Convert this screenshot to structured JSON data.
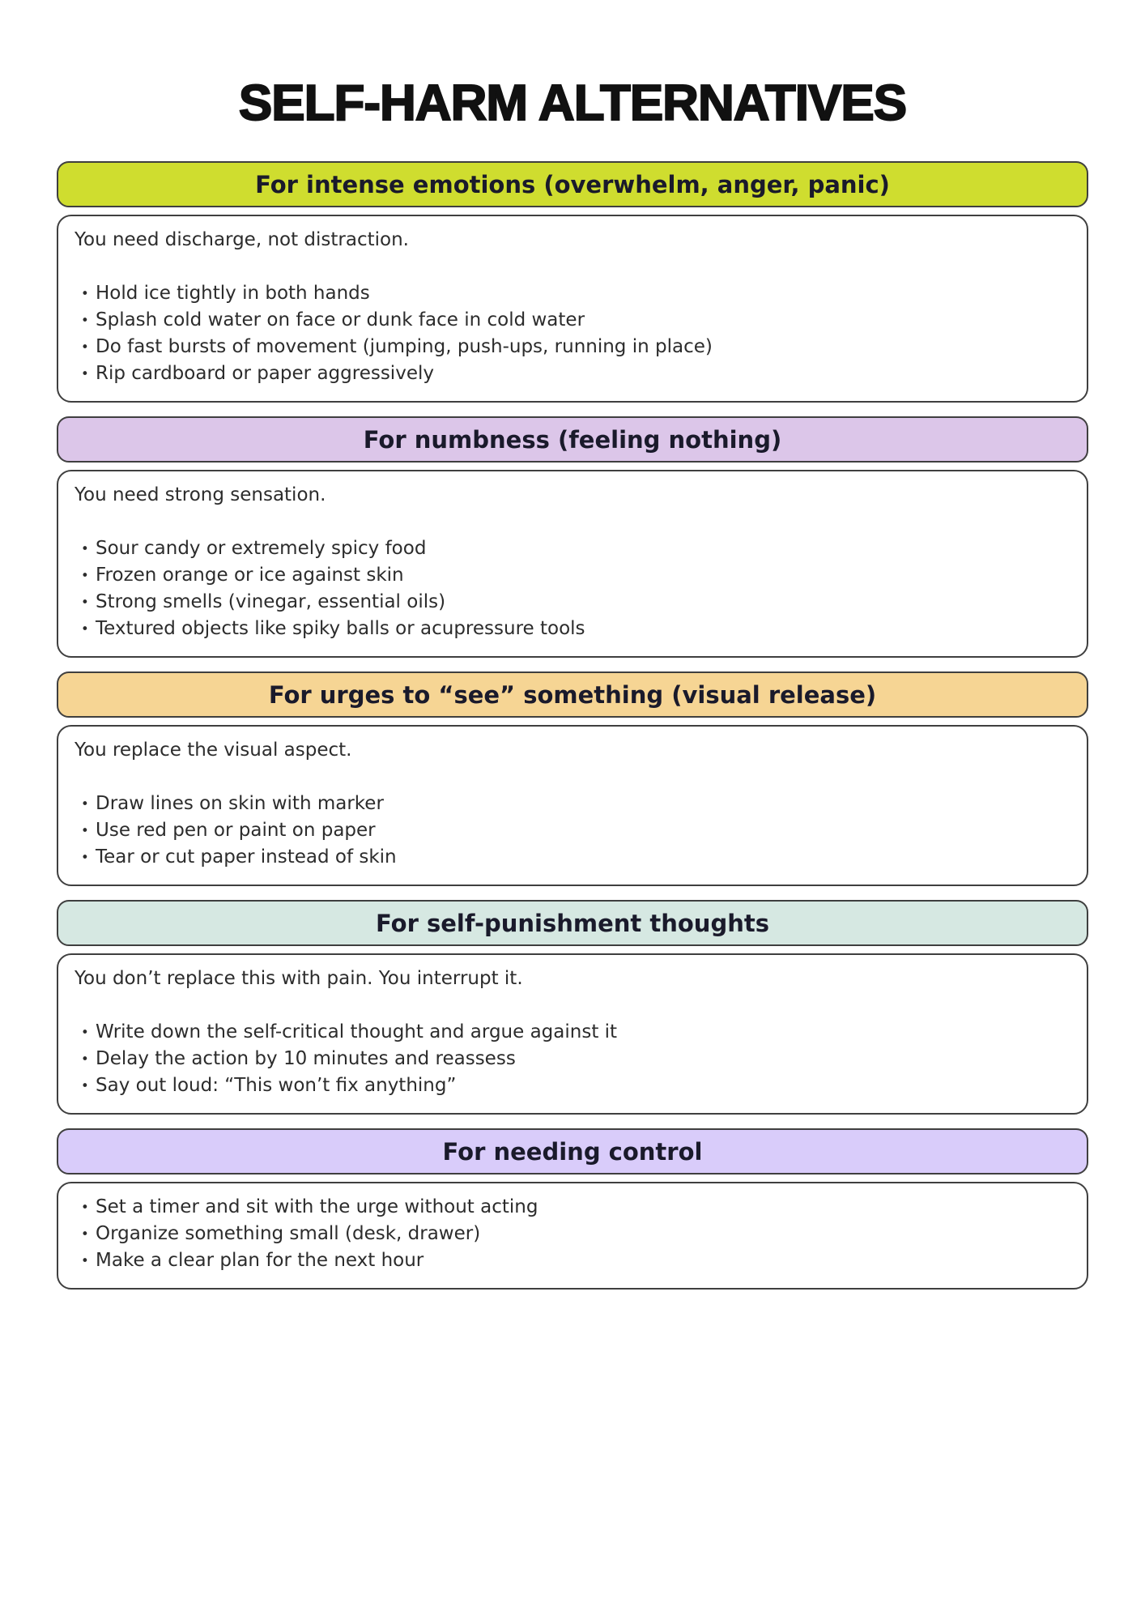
{
  "page": {
    "title": "SELF-HARM ALTERNATIVES"
  },
  "sections": [
    {
      "header": "For intense emotions (overwhelm, anger, panic)",
      "header_color": "#cfdd2f",
      "intro": "You need discharge, not distraction.",
      "bullets": [
        "Hold ice tightly in both hands",
        "Splash cold water on face or dunk face in cold water",
        "Do fast bursts of movement (jumping, push-ups, running in place)",
        "Rip cardboard or paper aggressively"
      ]
    },
    {
      "header": "For numbness (feeling nothing)",
      "header_color": "#dcc6e9",
      "intro": "You need strong sensation.",
      "bullets": [
        "Sour candy or extremely spicy food",
        "Frozen orange or ice against skin",
        "Strong smells (vinegar, essential oils)",
        "Textured objects like spiky balls or acupressure tools"
      ]
    },
    {
      "header": "For urges to “see” something (visual release)",
      "header_color": "#f6d594",
      "intro": "You replace the visual aspect.",
      "bullets": [
        "Draw lines on skin with marker",
        "Use red pen or paint on paper",
        "Tear or cut paper instead of skin"
      ]
    },
    {
      "header": "For self-punishment thoughts",
      "header_color": "#d6e8e2",
      "intro": "You don’t replace this with pain. You interrupt it.",
      "bullets": [
        "Write down the self-critical thought and argue against it",
        "Delay the action by 10 minutes and reassess",
        "Say out loud: “This won’t fix anything”"
      ]
    },
    {
      "header": "For needing control",
      "header_color": "#d9ccfa",
      "intro": null,
      "bullets": [
        "Set a timer and sit with the urge without acting",
        "Organize something small (desk, drawer)",
        "Make a clear plan for the next hour"
      ]
    }
  ]
}
